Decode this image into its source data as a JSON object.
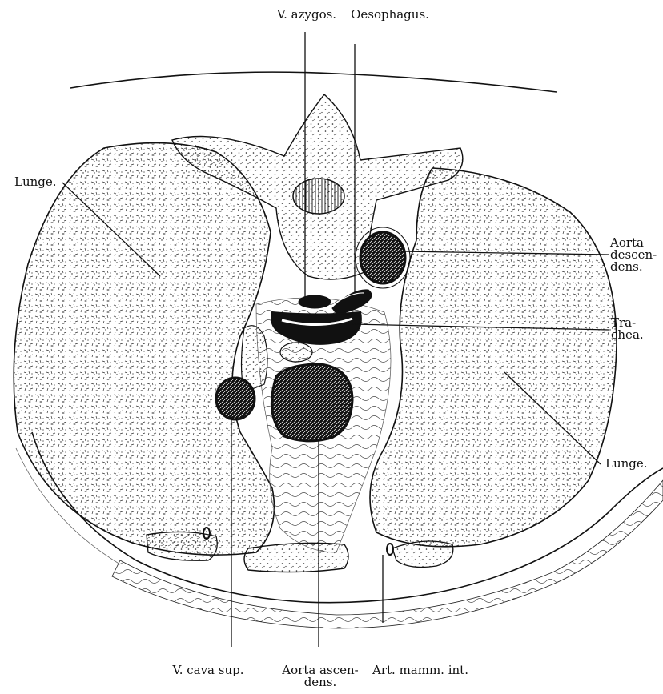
{
  "labels": {
    "v_azygos": "V. azygos.",
    "oesophagus": "Oesophagus.",
    "lunge_left": "Lunge.",
    "aorta_descendens": [
      "Aorta",
      "descen-",
      "dens."
    ],
    "trachea": [
      "Tra-",
      "chea."
    ],
    "lunge_right": "Lunge.",
    "v_cava_sup": "V. cava sup.",
    "aorta_ascendens": [
      "Aorta ascen-",
      "dens."
    ],
    "art_mamm_int": "Art. mamm. int."
  },
  "colors": {
    "ink": "#111111",
    "paper": "#ffffff"
  }
}
